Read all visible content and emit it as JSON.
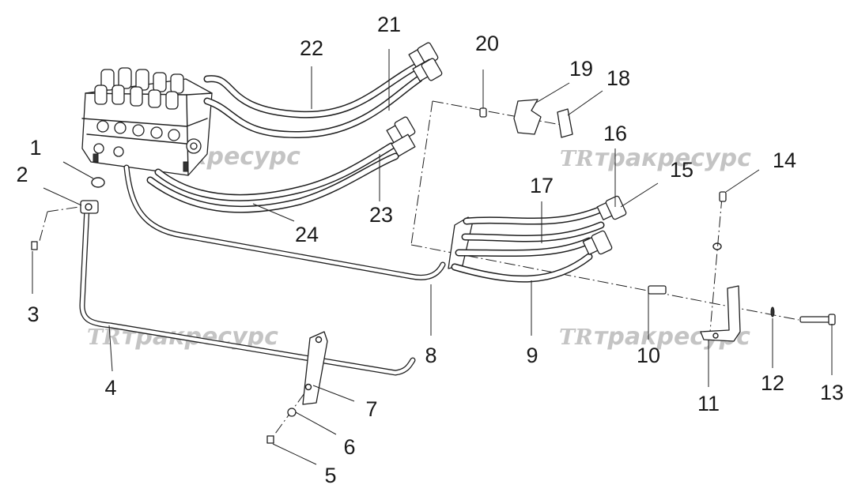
{
  "watermark": {
    "logo": "TR",
    "text": "тракресурс"
  },
  "callouts": [
    {
      "id": "1",
      "label": "1"
    },
    {
      "id": "2",
      "label": "2"
    },
    {
      "id": "3",
      "label": "3"
    },
    {
      "id": "4",
      "label": "4"
    },
    {
      "id": "5",
      "label": "5"
    },
    {
      "id": "6",
      "label": "6"
    },
    {
      "id": "7",
      "label": "7"
    },
    {
      "id": "8",
      "label": "8"
    },
    {
      "id": "9",
      "label": "9"
    },
    {
      "id": "10",
      "label": "10"
    },
    {
      "id": "11",
      "label": "11"
    },
    {
      "id": "12",
      "label": "12"
    },
    {
      "id": "13",
      "label": "13"
    },
    {
      "id": "14",
      "label": "14"
    },
    {
      "id": "15",
      "label": "15"
    },
    {
      "id": "16",
      "label": "16"
    },
    {
      "id": "17",
      "label": "17"
    },
    {
      "id": "18",
      "label": "18"
    },
    {
      "id": "19",
      "label": "19"
    },
    {
      "id": "20",
      "label": "20"
    },
    {
      "id": "21",
      "label": "21"
    },
    {
      "id": "22",
      "label": "22"
    },
    {
      "id": "23",
      "label": "23"
    },
    {
      "id": "24",
      "label": "24"
    }
  ]
}
